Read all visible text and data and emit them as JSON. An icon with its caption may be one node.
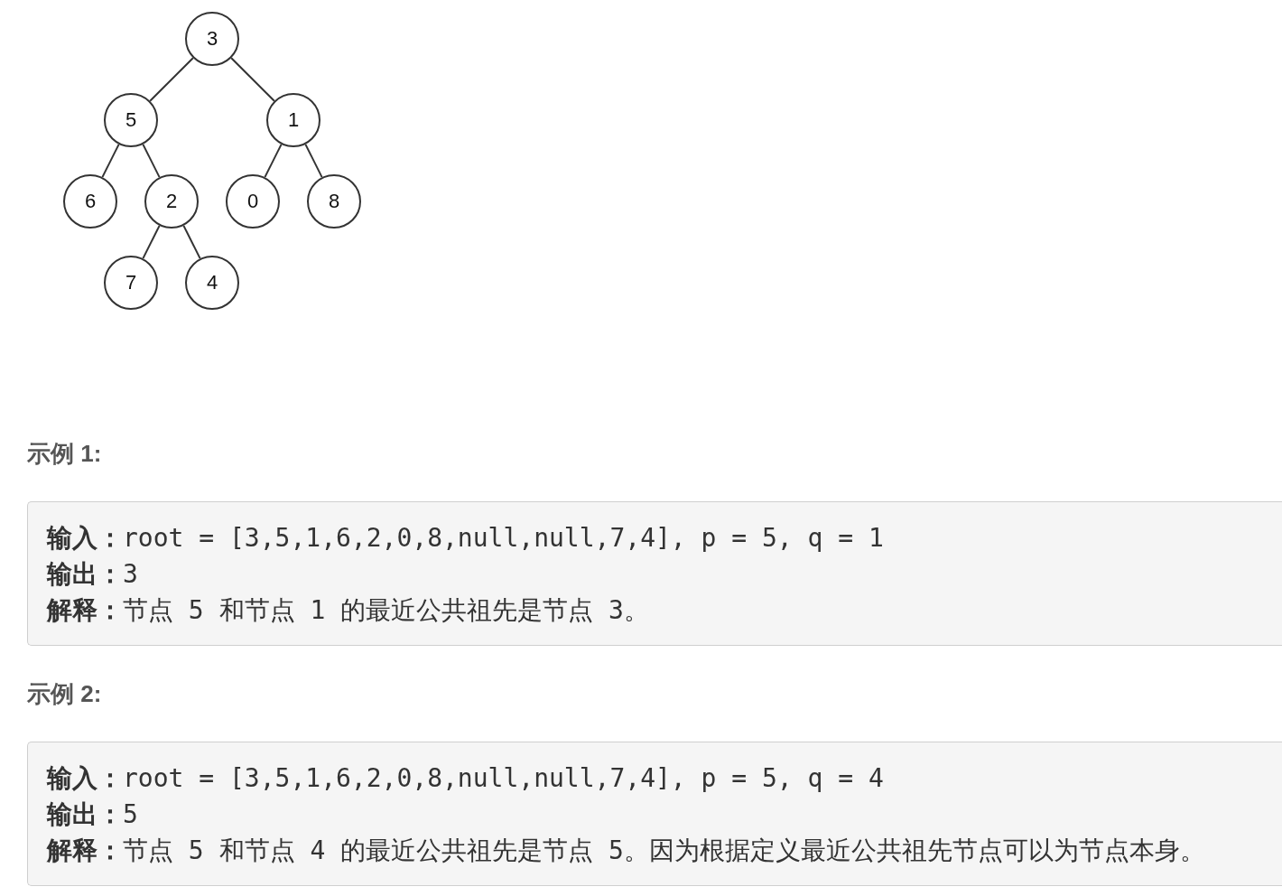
{
  "diagram": {
    "nodes": [
      {
        "text": [
          "3"
        ]
      },
      {
        "text": [
          "5"
        ]
      },
      {
        "text": [
          "1"
        ]
      },
      {
        "text": [
          "6"
        ]
      },
      {
        "text": [
          "2"
        ]
      },
      {
        "text": [
          "0"
        ]
      },
      {
        "text": [
          "8"
        ]
      },
      {
        "text": [
          "7"
        ]
      },
      {
        "text": [
          "4"
        ]
      },
      {
        "text": [
          "**输入：**root = [3,5,1,6,2,0,8,null,null,7,4], p = 5, q = 1",
          "**输出：**3",
          "**解释：**节点 5 和节点 1 的最近公共祖先是节点 3。"
        ]
      },
      {
        "text": [
          "**输入：**root = [3,5,1,6,2,0,8,null,null,7,4], p = 5, q = 4",
          "**输出：**5",
          "**解释：**节点 5 和节点 4 的最近公共祖先是节点 5。因为根据定义最近公共祖先节点可以为节点本身。"
        ]
      }
    ],
    "edges": [
      {
        "from": 0,
        "to": 1,
        "arrow": "none"
      },
      {
        "from": 0,
        "to": 2,
        "arrow": "none"
      },
      {
        "from": 1,
        "to": 3,
        "arrow": "none"
      },
      {
        "from": 1,
        "to": 4,
        "arrow": "none"
      },
      {
        "from": 2,
        "to": 5,
        "arrow": "none"
      },
      {
        "from": 2,
        "to": 6,
        "arrow": "none"
      },
      {
        "from": 4,
        "to": 7,
        "arrow": "none"
      },
      {
        "from": 4,
        "to": 8,
        "arrow": "none"
      }
    ],
    "labels": [
      "示例 1:",
      "示例 2:"
    ]
  }
}
